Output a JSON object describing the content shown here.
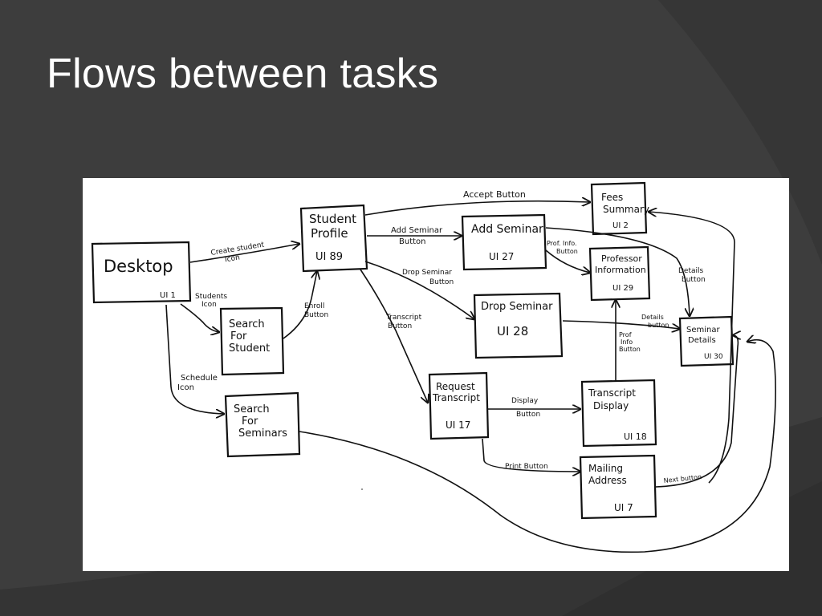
{
  "slide": {
    "title": "Flows between tasks"
  },
  "diagram": {
    "nodes": {
      "desktop": {
        "label": [
          "Desktop"
        ],
        "ui": "UI 1"
      },
      "student_profile": {
        "label": [
          "Student",
          "Profile"
        ],
        "ui": "UI 89"
      },
      "search_student": {
        "label": [
          "Search",
          "For",
          "Student"
        ],
        "ui": ""
      },
      "search_seminars": {
        "label": [
          "Search",
          "For",
          "Seminars"
        ],
        "ui": ""
      },
      "add_seminar": {
        "label": [
          "Add Seminar"
        ],
        "ui": "UI 27"
      },
      "drop_seminar": {
        "label": [
          "Drop Seminar"
        ],
        "ui": "UI 28"
      },
      "request_transcript": {
        "label": [
          "Request",
          "Transcript"
        ],
        "ui": "UI 17"
      },
      "fees_summary": {
        "label": [
          "Fees",
          "Summary"
        ],
        "ui": "UI 2"
      },
      "professor_info": {
        "label": [
          "Professor",
          "Information"
        ],
        "ui": "UI 29"
      },
      "seminar_details": {
        "label": [
          "Seminar",
          "Details"
        ],
        "ui": "UI 30"
      },
      "transcript_display": {
        "label": [
          "Transcript",
          "Display"
        ],
        "ui": "UI 18"
      },
      "mailing_address": {
        "label": [
          "Mailing",
          "Address"
        ],
        "ui": "UI 7"
      }
    },
    "edges": {
      "create_student": [
        "Create student",
        "Icon"
      ],
      "students": [
        "Students",
        "Icon"
      ],
      "schedule": [
        "Schedule",
        "Icon"
      ],
      "enroll": [
        "Enroll",
        "Button"
      ],
      "accept": [
        "Accept Button"
      ],
      "add_seminar": [
        "Add Seminar",
        "Button"
      ],
      "drop_seminar": [
        "Drop Seminar",
        "Button"
      ],
      "transcript": [
        "Transcript",
        "Button"
      ],
      "prof_info_1": [
        "Prof. Info.",
        "Button"
      ],
      "details_1": [
        "Details",
        "button"
      ],
      "details_2": [
        "Details",
        "button"
      ],
      "prof_info_2": [
        "Prof",
        "Info",
        "Button"
      ],
      "display": [
        "Display",
        "Button"
      ],
      "print": [
        "Print Button"
      ],
      "next": [
        "Next button"
      ]
    }
  }
}
